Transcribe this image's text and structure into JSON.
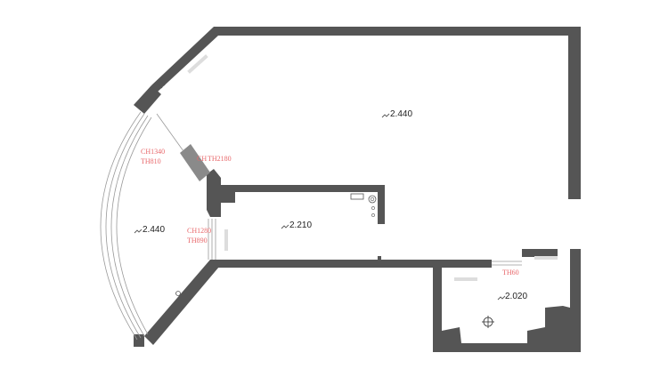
{
  "colors": {
    "wall": "#555555",
    "opening_annotation": "#e8686b",
    "text": "#222222",
    "faint_text": "#c8c8c8",
    "background": "#ffffff"
  },
  "ceiling_heights": {
    "main_room": "2.440",
    "bay_room": "2.440",
    "corridor": "2.210",
    "small_room": "2.020"
  },
  "openings": {
    "bay_window_ch": "CH1340",
    "bay_window_th": "TH810",
    "door_top": "CH",
    "door_top_value": "TH2180",
    "inner_window_ch": "CH1280",
    "inner_window_th": "TH890",
    "small_room_door": "TH60"
  },
  "icons": {
    "ceiling_marker": "ceiling-height-marker-icon",
    "light_fixture": "ceiling-light-icon",
    "socket": "socket-icon"
  }
}
